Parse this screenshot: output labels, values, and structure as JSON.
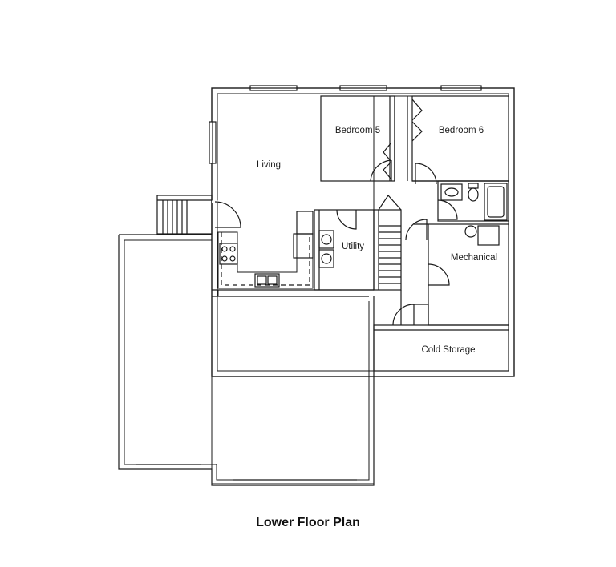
{
  "title": "Lower Floor Plan",
  "rooms": {
    "living": "Living",
    "bedroom5": "Bedroom 5",
    "bedroom6": "Bedroom 6",
    "utility": "Utility",
    "mechanical": "Mechanical",
    "cold_storage": "Cold Storage"
  },
  "colors": {
    "line": "#1a1a1a",
    "background": "#ffffff"
  }
}
